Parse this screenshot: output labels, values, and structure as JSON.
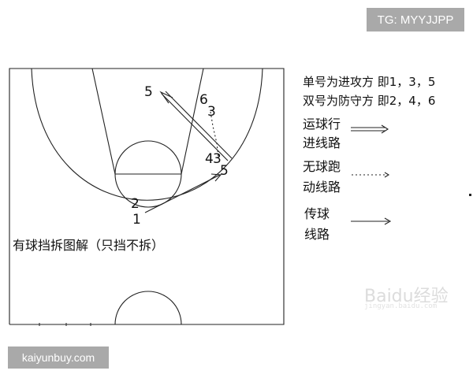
{
  "watermark_top": "TG: MYYJJPP",
  "watermark_bottom": "kaiyunbuy.com",
  "court_caption": "有球挡拆图解（只挡不拆）",
  "legend": {
    "odd_line": "单号为进攻方  即1，3，5",
    "even_line": "双号为防守方  即2，4，6",
    "dribble_label_1": "运球行",
    "dribble_label_2": "进线路",
    "run_label_1": "无球跑",
    "run_label_2": "动线路",
    "pass_label_1": "传球",
    "pass_label_2": "线路"
  },
  "players": {
    "p1": "1",
    "p2": "2",
    "p3": "3",
    "p4": "4",
    "p5_top": "5",
    "p5_near": "5",
    "p6": "6"
  },
  "baidu_watermark": "Baidu经验",
  "baidu_sub": "jingyan.baidu.com"
}
